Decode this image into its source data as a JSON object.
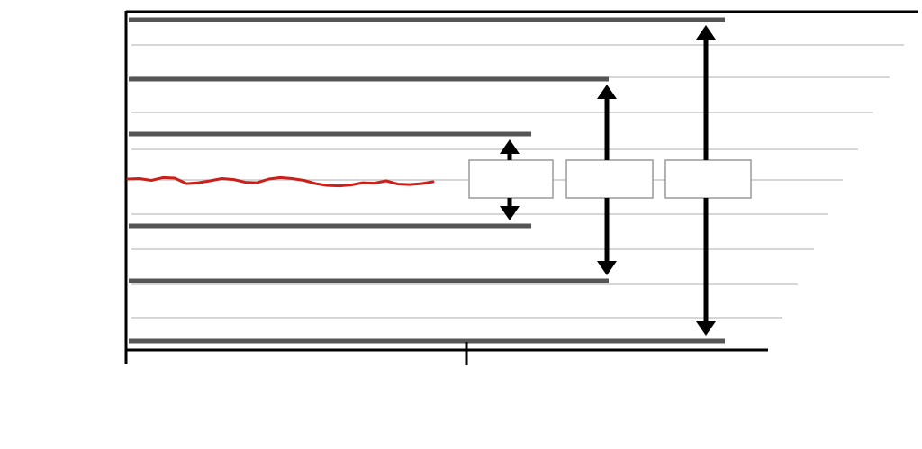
{
  "chart_data": {
    "type": "line",
    "title": "",
    "xlabel": "",
    "ylabel": "",
    "x_ticks_count": 2,
    "grid": true,
    "band_colors": {
      "band_line": "#555555",
      "grid_line": "#c8c8c8",
      "series_line": "#cc1f1a",
      "arrow": "#000000",
      "axis": "#000000",
      "box_border": "#9a9a9a",
      "box_fill": "#ffffff"
    },
    "series": [
      {
        "values": [
          0.02,
          0.03,
          -0.01,
          0.05,
          0.04,
          -0.08,
          -0.06,
          -0.02,
          0.03,
          0.01,
          -0.05,
          -0.06,
          0.02,
          0.05,
          0.03,
          -0.01,
          -0.08,
          -0.12,
          -0.13,
          -0.11,
          -0.06,
          -0.07,
          -0.02,
          -0.09,
          -0.1,
          -0.08,
          -0.04
        ]
      }
    ],
    "bands": [
      {
        "level": 1,
        "half_width": 1.0
      },
      {
        "level": 2,
        "half_width": 2.2
      },
      {
        "level": 3,
        "half_width": 3.5
      }
    ],
    "band_boxes": [
      {
        "band": 1,
        "label": ""
      },
      {
        "band": 2,
        "label": ""
      },
      {
        "band": 3,
        "label": ""
      }
    ]
  }
}
